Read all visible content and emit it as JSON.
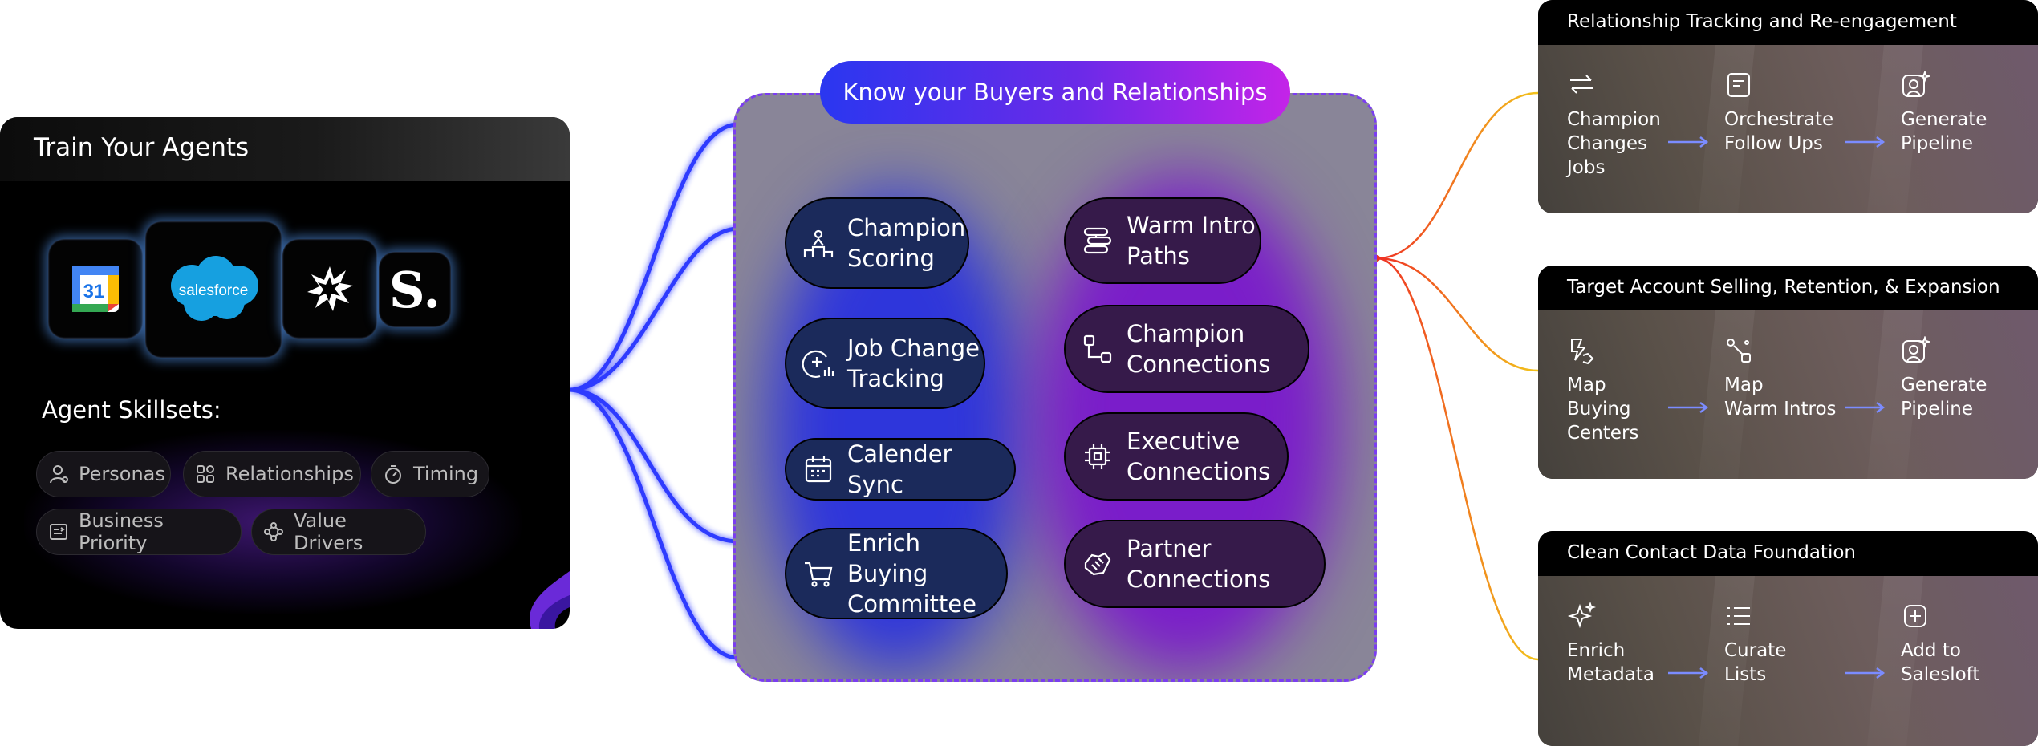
{
  "left_panel": {
    "title": "Train Your Agents",
    "integrations": [
      {
        "icon": "google-calendar-icon",
        "label": "31"
      },
      {
        "icon": "salesforce-logo",
        "label": "salesforce"
      },
      {
        "icon": "spark-burst-icon",
        "label": ""
      },
      {
        "icon": "salesloft-logo",
        "label": "S."
      }
    ],
    "skills_heading": "Agent Skillsets:",
    "skills": [
      {
        "label": "Personas",
        "icon": "person-icon"
      },
      {
        "label": "Relationships",
        "icon": "grid-icon"
      },
      {
        "label": "Timing",
        "icon": "timer-icon"
      },
      {
        "label": "Business Priority",
        "icon": "priority-icon"
      },
      {
        "label": "Value Drivers",
        "icon": "nodes-icon"
      }
    ]
  },
  "center_panel": {
    "header": "Know your Buyers and Relationships",
    "left_column": [
      {
        "line1": "Champion",
        "line2": "Scoring",
        "icon": "podium-person-icon"
      },
      {
        "line1": "Job Change",
        "line2": "Tracking",
        "icon": "add-chart-icon"
      },
      {
        "line1": "Calender Sync",
        "line2": "",
        "icon": "calendar-icon"
      },
      {
        "line1": "Enrich Buying",
        "line2": "Committee",
        "icon": "cart-icon"
      }
    ],
    "right_column": [
      {
        "line1": "Warm Intro",
        "line2": "Paths",
        "icon": "path-icon"
      },
      {
        "line1": "Champion",
        "line2": "Connections",
        "icon": "flow-icon"
      },
      {
        "line1": "Executive",
        "line2": "Connections",
        "icon": "chip-icon"
      },
      {
        "line1": "Partner",
        "line2": "Connections",
        "icon": "handshake-icon"
      }
    ]
  },
  "right_cards": [
    {
      "title": "Relationship Tracking and Re-engagement",
      "steps": [
        {
          "lines": [
            "Champion",
            "Changes",
            "Jobs"
          ],
          "icon": "swap-arrows-icon"
        },
        {
          "lines": [
            "Orchestrate",
            "Follow Ups"
          ],
          "icon": "note-icon"
        },
        {
          "lines": [
            "Generate",
            "Pipeline"
          ],
          "icon": "user-sparkle-icon"
        }
      ]
    },
    {
      "title": "Target Account Selling, Retention, & Expansion",
      "steps": [
        {
          "lines": [
            "Map",
            "Buying",
            "Centers"
          ],
          "icon": "map-hand-icon"
        },
        {
          "lines": [
            "Map",
            "Warm Intros"
          ],
          "icon": "route-icon"
        },
        {
          "lines": [
            "Generate",
            "Pipeline"
          ],
          "icon": "user-sparkle-icon"
        }
      ]
    },
    {
      "title": "Clean Contact Data Foundation",
      "steps": [
        {
          "lines": [
            "Enrich",
            "Metadata"
          ],
          "icon": "sparkle-icon"
        },
        {
          "lines": [
            "Curate",
            "Lists"
          ],
          "icon": "list-icon"
        },
        {
          "lines": [
            "Add to",
            "Salesloft"
          ],
          "icon": "plus-box-icon"
        }
      ]
    }
  ],
  "colors": {
    "connector_blue": "#2f3bff",
    "connector_orange": "#f07a1a",
    "center_border": "#7b3df0",
    "header_gradient_start": "#2a37f0",
    "header_gradient_end": "#c424e8"
  }
}
